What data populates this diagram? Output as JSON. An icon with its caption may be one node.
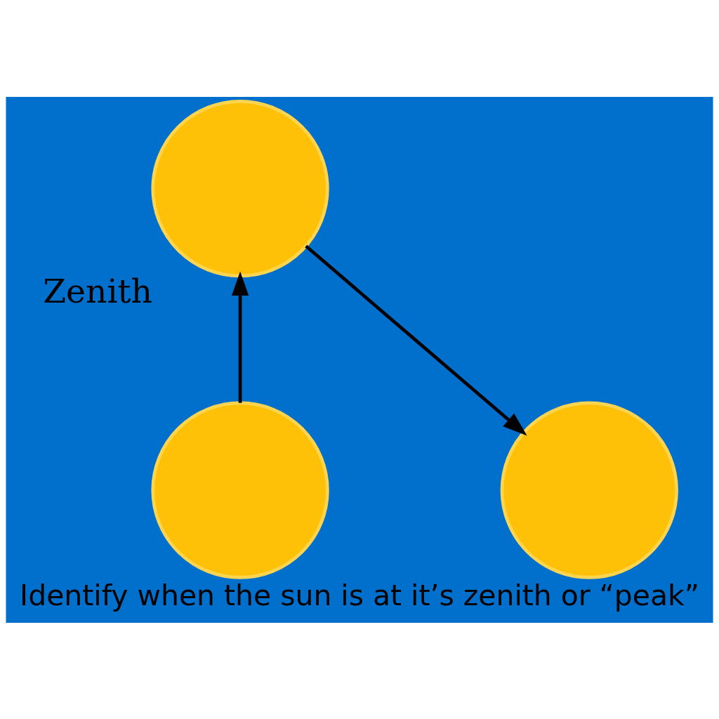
{
  "diagram": {
    "caption": "Identify when the sun is at it’s zenith or “peak”",
    "nodes": [
      {
        "text": [],
        "shape": "circle"
      },
      {
        "text": [],
        "shape": "circle",
        "beside": [
          "Zenith"
        ]
      },
      {
        "text": [],
        "shape": "circle"
      }
    ],
    "edges": [
      {
        "from": 0,
        "to": 1,
        "arrow": "to"
      },
      {
        "from": 1,
        "to": 2,
        "arrow": "to"
      }
    ]
  }
}
